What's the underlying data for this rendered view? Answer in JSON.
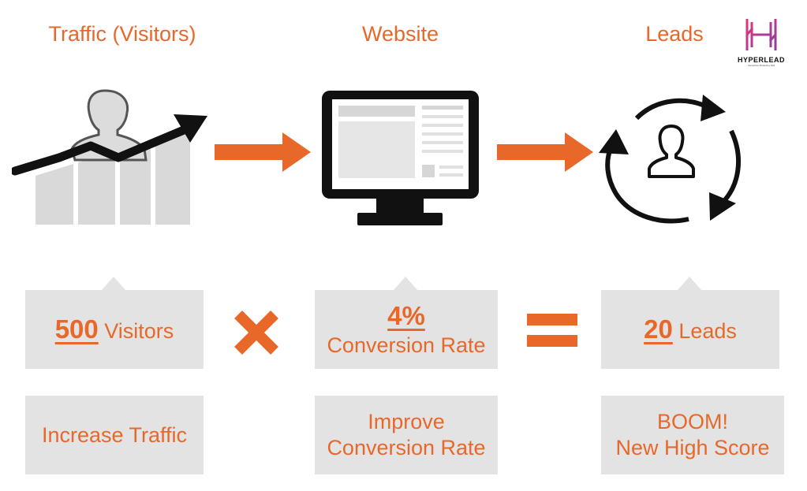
{
  "headings": {
    "traffic": "Traffic (Visitors)",
    "website": "Website",
    "leads": "Leads"
  },
  "logo": {
    "name": "HYPERLEAD",
    "tagline": "Interactive Marketing Skill",
    "colors": [
      "#e0357a",
      "#8a3fa0"
    ]
  },
  "formula": {
    "visitors_number": "500",
    "visitors_label": "Visitors",
    "operator_multiply": "×",
    "conversion_number": "4%",
    "conversion_label": "Conversion Rate",
    "operator_equals": "=",
    "leads_number": "20",
    "leads_label": "Leads"
  },
  "actions": {
    "traffic": "Increase Traffic",
    "conversion_line1": "Improve",
    "conversion_line2": "Conversion Rate",
    "leads_line1": "BOOM!",
    "leads_line2": "New High Score"
  },
  "colors": {
    "accent": "#e8682a",
    "box_bg": "#e3e3e3",
    "icon_dark": "#111111",
    "icon_gray": "#d9d9d9"
  },
  "icons": [
    "traffic-growth-icon",
    "website-monitor-icon",
    "leads-cycle-icon",
    "arrow-right-icon",
    "multiply-icon",
    "equals-icon"
  ]
}
